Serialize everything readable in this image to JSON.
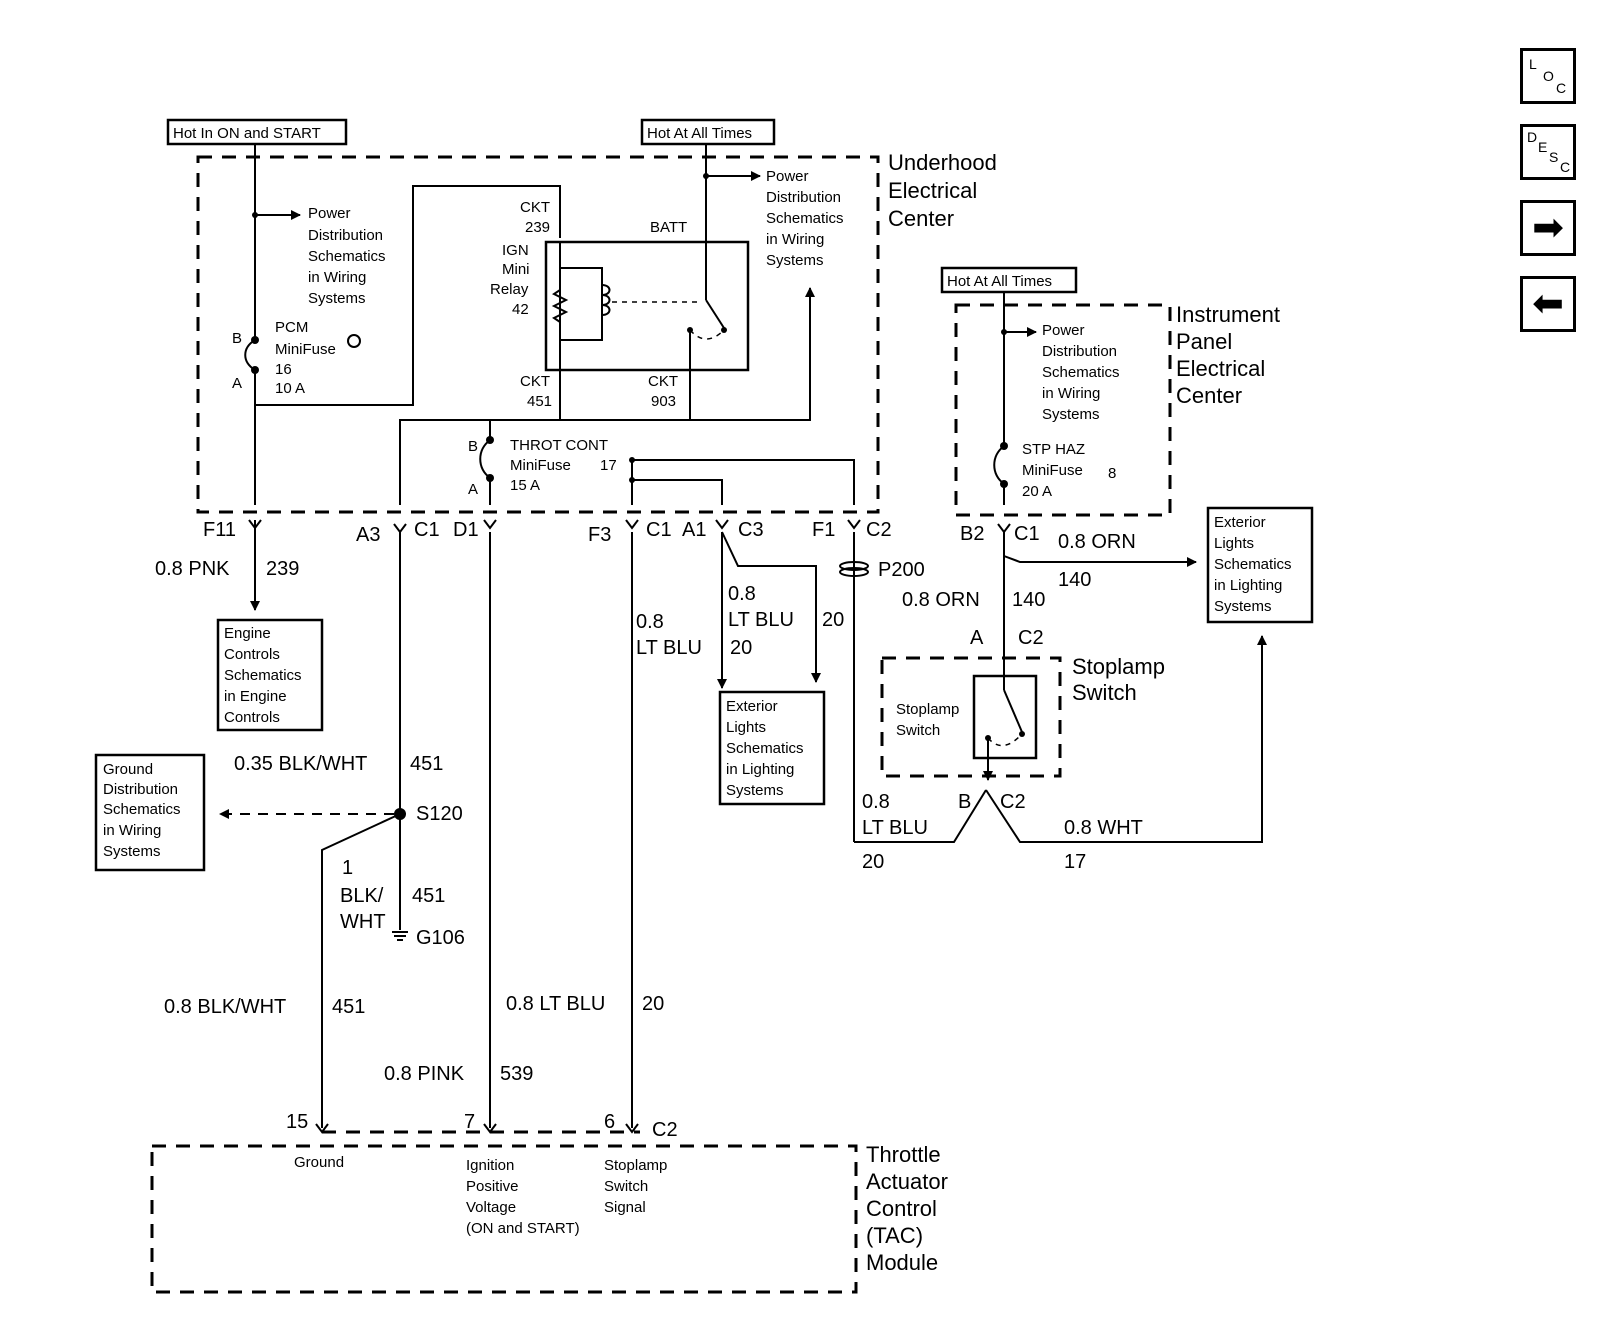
{
  "toolbar": {
    "loc": {
      "l1": "L",
      "l2": "O",
      "l3": "C"
    },
    "desc": {
      "l1": "D",
      "l2": "E",
      "l3": "S",
      "l4": "C"
    },
    "forward": "➡",
    "back": "⬅"
  },
  "supplies": {
    "hot_on_start": "Hot In ON and START",
    "hot_all_1": "Hot At All Times",
    "hot_all_2": "Hot At All Times"
  },
  "underhood": {
    "l1": "Underhood",
    "l2": "Electrical",
    "l3": "Center"
  },
  "ipec": {
    "l1": "Instrument",
    "l2": "Panel",
    "l3": "Electrical",
    "l4": "Center"
  },
  "pds": {
    "l1": "Power",
    "l2": "Distribution",
    "l3": "Schematics",
    "l4": "in Wiring",
    "l5": "Systems"
  },
  "pcm_fuse": {
    "name": "PCM",
    "type": "MiniFuse",
    "num": "16",
    "rating": "10 A",
    "term_b": "B",
    "term_a": "A"
  },
  "relay": {
    "ckt_top": "CKT",
    "ckt_top_num": "239",
    "batt": "BATT",
    "l1": "IGN",
    "l2": "Mini",
    "l3": "Relay",
    "l4": "42",
    "ckt_l": "CKT",
    "ckt_l_num": "451",
    "ckt_r": "CKT",
    "ckt_r_num": "903"
  },
  "throt_fuse": {
    "name": "THROT CONT",
    "type": "MiniFuse",
    "num": "17",
    "rating": "15 A",
    "term_b": "B",
    "term_a": "A"
  },
  "stp_fuse": {
    "name": "STP HAZ",
    "type": "MiniFuse",
    "num": "8",
    "rating": "20 A"
  },
  "connectors": {
    "f11": "F11",
    "a3": "A3",
    "c1": "C1",
    "d1": "D1",
    "f3": "F3",
    "c1b": "C1",
    "a1": "A1",
    "c3": "C3",
    "f1": "F1",
    "c2": "C2",
    "b2": "B2",
    "c1c": "C1",
    "a_sw": "A",
    "c2_sw": "C2",
    "b_sw": "B",
    "c2_swb": "C2",
    "p200": "P200",
    "s120": "S120",
    "g106": "G106",
    "p15": "15",
    "p7": "7",
    "p6": "6",
    "c2_tac": "C2"
  },
  "wires": {
    "pnk": "0.8 PNK",
    "pnk_n": "239",
    "bw035": "0.35 BLK/WHT",
    "bw035_n": "451",
    "bw1_a": "1",
    "bw1_b": "BLK/",
    "bw1_c": "WHT",
    "bw1_n": "451",
    "bw08": "0.8 BLK/WHT",
    "bw08_n": "451",
    "pink": "0.8 PINK",
    "pink_n": "539",
    "ltblu_tac": "0.8 LT BLU",
    "ltblu_tac_n": "20",
    "ltblu_f3_a": "0.8",
    "ltblu_f3_b": "LT BLU",
    "ltblu_f3_n": "20",
    "ltblu_c3_a": "0.8",
    "ltblu_c3_b": "LT BLU",
    "ltblu_c3_n": "20",
    "ltblu_sw_a": "0.8",
    "ltblu_sw_b": "LT BLU",
    "ltblu_sw_n": "20",
    "orn_top": "0.8 ORN",
    "orn_top_n": "140",
    "orn": "0.8 ORN",
    "orn_n": "140",
    "wht": "0.8 WHT",
    "wht_n": "17"
  },
  "refs": {
    "engine": {
      "l1": "Engine",
      "l2": "Controls",
      "l3": "Schematics",
      "l4": "in Engine",
      "l5": "Controls"
    },
    "ground": {
      "l1": "Ground",
      "l2": "Distribution",
      "l3": "Schematics",
      "l4": "in Wiring",
      "l5": "Systems"
    },
    "ext1": {
      "l1": "Exterior",
      "l2": "Lights",
      "l3": "Schematics",
      "l4": "in Lighting",
      "l5": "Systems"
    },
    "ext2": {
      "l1": "Exterior",
      "l2": "Lights",
      "l3": "Schematics",
      "l4": "in Lighting",
      "l5": "Systems"
    }
  },
  "stoplamp": {
    "title1": "Stoplamp",
    "title2": "Switch",
    "inner1": "Stoplamp",
    "inner2": "Switch"
  },
  "tac": {
    "l1": "Throttle",
    "l2": "Actuator",
    "l3": "Control",
    "l4": "(TAC)",
    "l5": "Module",
    "pin_ground": "Ground",
    "pin_ign1": "Ignition",
    "pin_ign2": "Positive",
    "pin_ign3": "Voltage",
    "pin_ign4": "(ON and START)",
    "pin_stp1": "Stoplamp",
    "pin_stp2": "Switch",
    "pin_stp3": "Signal"
  }
}
